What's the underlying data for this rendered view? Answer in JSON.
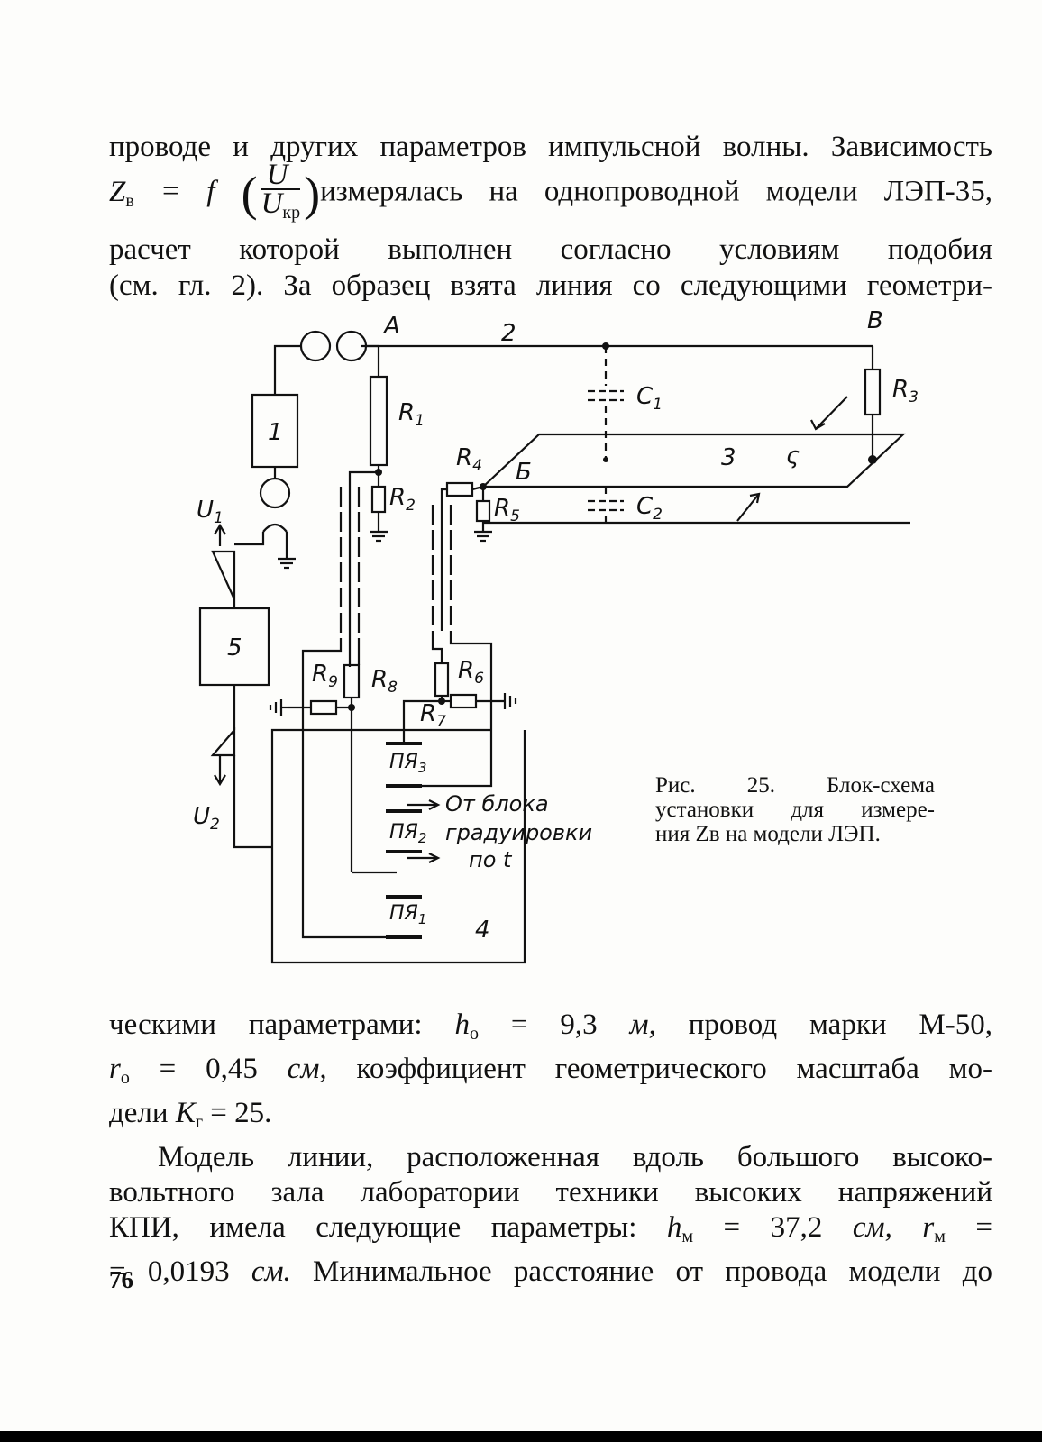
{
  "top_text": {
    "line1": "проводе и других параметров импульсной волны. Зависимость",
    "formula_lhs": "Z",
    "formula_lhs_sub": "в",
    "formula_eq": "= f",
    "frac_num": "U",
    "frac_den": "U",
    "frac_den_sub": "кр",
    "line2_rest": "измерялась на однопроводной модели ЛЭП-35,",
    "line3": "расчет которой выполнен согласно условиям подобия",
    "line4": "(см. гл. 2). За образец взята линия со следующими геометри-"
  },
  "diagram": {
    "labels": {
      "A": "A",
      "B": "B",
      "two": "2",
      "one": "1",
      "three": "3",
      "four": "4",
      "five": "5",
      "R1": "R",
      "R1s": "1",
      "R2": "R",
      "R2s": "2",
      "R3": "R",
      "R3s": "3",
      "R4": "R",
      "R4s": "4",
      "R5": "R",
      "R5s": "5",
      "R6": "R",
      "R6s": "6",
      "R7": "R",
      "R7s": "7",
      "R8": "R",
      "R8s": "8",
      "R9": "R",
      "R9s": "9",
      "C1": "C",
      "C1s": "1",
      "C2": "C",
      "C2s": "2",
      "Bb": "Б",
      "U1": "U",
      "U1s": "1",
      "U2": "U",
      "U2s": "2",
      "PYa3": "ПЯ",
      "PYa3s": "3",
      "PYa2": "ПЯ",
      "PYa2s": "2",
      "PYa1": "ПЯ",
      "PYa1s": "1",
      "from1": "От блока",
      "from2": "градуировки",
      "from3": "по  t"
    }
  },
  "caption": {
    "line1": "Рис.  25.  Блок-схема",
    "line2": "установки для измере-",
    "line3": "ния Zв на модели ЛЭП."
  },
  "bottom_text": {
    "l1_a": "ческими параметрами: ",
    "l1_h": "h",
    "l1_hs": "о",
    "l1_b": " = 9,3 ",
    "l1_m": "м,",
    "l1_c": " провод марки М-50,",
    "l2_r": "r",
    "l2_rs": "о",
    "l2_a": " = 0,45 ",
    "l2_cm": "см,",
    "l2_b": " коэффициент геометрического масштаба мо-",
    "l3_a": "дели  ",
    "l3_k": "K",
    "l3_ks": "г",
    "l3_b": "  = 25.",
    "p2_l1": "Модель линии, расположенная вдоль большого высоко-",
    "p2_l2": "вольтного зала лаборатории техники высоких напряжений",
    "p2_l3_a": "КПИ, имела следующие параметры: ",
    "p2_l3_h": "h",
    "p2_l3_hs": "м",
    "p2_l3_b": " = 37,2 ",
    "p2_l3_cm": "см,",
    "p2_l3_r": " r",
    "p2_l3_rs": "м",
    "p2_l3_c": " =",
    "p2_l4_a": "= 0,0193 ",
    "p2_l4_cm": "см.",
    "p2_l4_b": " Минимальное расстояние от провода модели до"
  },
  "page_number": "76"
}
